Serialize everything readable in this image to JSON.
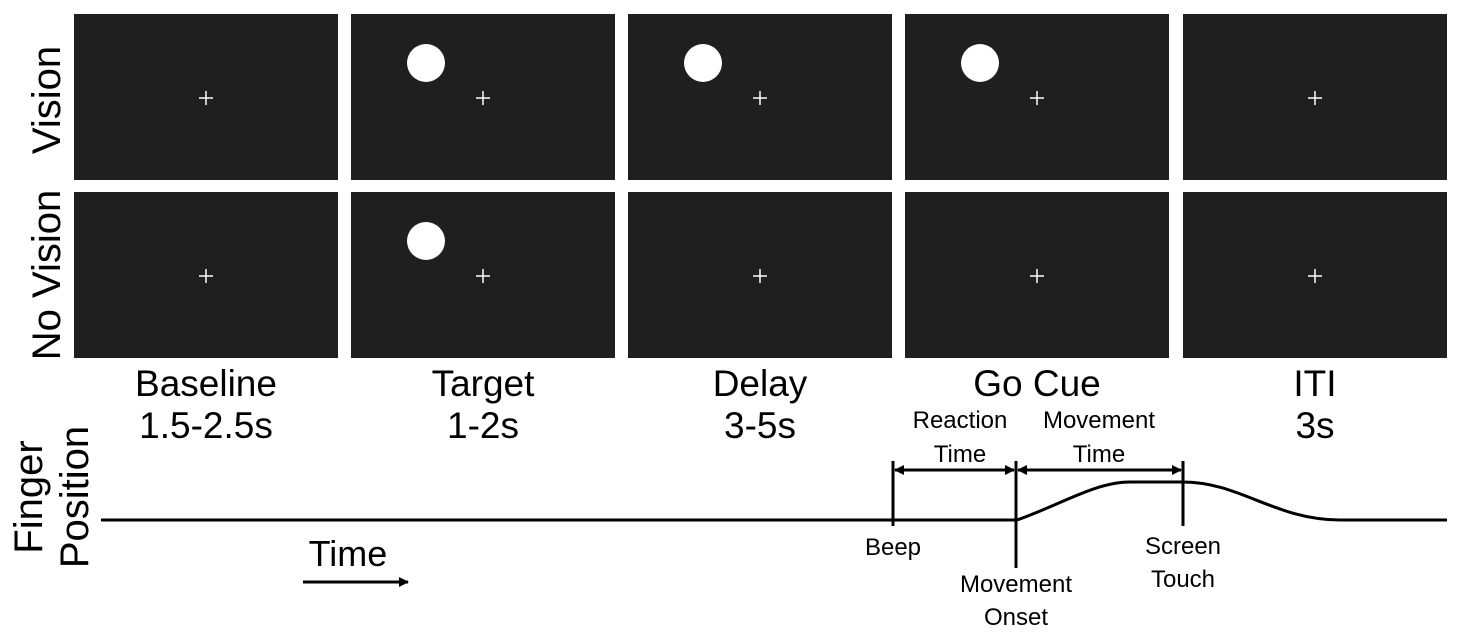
{
  "colors": {
    "screen_background": "#1f1f1f",
    "stimulus": "#ffffff",
    "ink": "#000000",
    "page_background": "#ffffff"
  },
  "rows": [
    {
      "label": "Vision",
      "target_visible": [
        false,
        true,
        true,
        true,
        false
      ]
    },
    {
      "label": "No Vision",
      "target_visible": [
        false,
        true,
        false,
        false,
        false
      ]
    }
  ],
  "phases": [
    {
      "name": "Baseline",
      "duration": "1.5-2.5s"
    },
    {
      "name": "Target",
      "duration": "1-2s"
    },
    {
      "name": "Delay",
      "duration": "3-5s"
    },
    {
      "name": "Go Cue",
      "duration": ""
    },
    {
      "name": "ITI",
      "duration": "3s"
    }
  ],
  "fixation_icon": "plus-sign",
  "timeline": {
    "ylabel_line1": "Finger",
    "ylabel_line2": "Position",
    "time_label": "Time",
    "intervals": [
      {
        "line1": "Reaction",
        "line2": "Time"
      },
      {
        "line1": "Movement",
        "line2": "Time"
      }
    ],
    "events": [
      {
        "line1": "Beep",
        "line2": ""
      },
      {
        "line1": "Movement",
        "line2": "Onset"
      },
      {
        "line1": "Screen",
        "line2": "Touch"
      }
    ]
  }
}
